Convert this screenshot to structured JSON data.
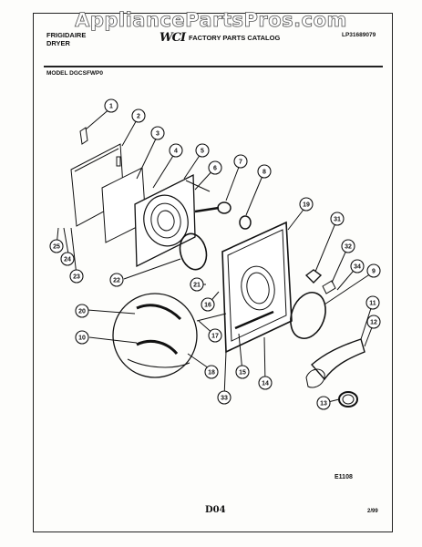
{
  "watermark": "AppliancePartsPros.com",
  "header": {
    "brand_line1": "FRIGIDAIRE",
    "brand_line2": "DRYER",
    "logo": "WCI",
    "catalog": "FACTORY PARTS CATALOG",
    "catalog_number": "LP31689079"
  },
  "model": "MODEL DGCSFWP0",
  "callouts": [
    "1",
    "2",
    "3",
    "4",
    "5",
    "6",
    "7",
    "8",
    "9",
    "10",
    "11",
    "12",
    "13",
    "14",
    "15",
    "16",
    "17",
    "18",
    "19",
    "20",
    "21",
    "22",
    "23",
    "24",
    "25",
    "31",
    "32",
    "33",
    "34"
  ],
  "footer": {
    "drawing_code": "E1108",
    "page": "D04",
    "date": "2/99"
  },
  "colors": {
    "ink": "#111111",
    "paper": "#fdfdfb"
  }
}
